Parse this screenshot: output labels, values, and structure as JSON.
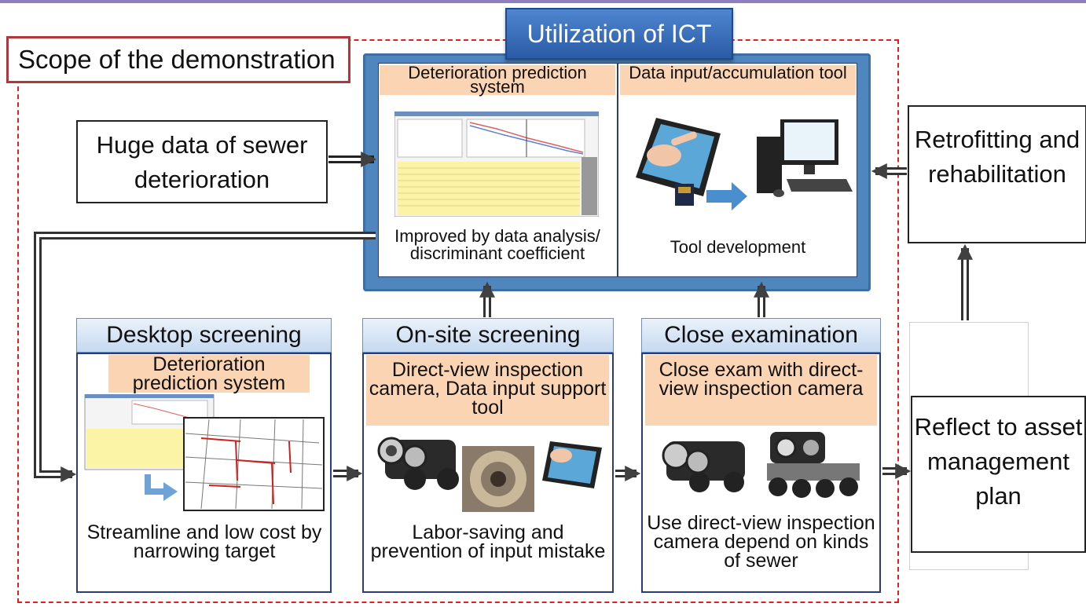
{
  "scope_label": "Scope of the demonstration",
  "ict": {
    "title": "Utilization of ICT",
    "prediction": {
      "header": "Deterioration prediction system",
      "caption": "Improved by data analysis/ discriminant coefficient"
    },
    "input_tool": {
      "header": "Data input/accumulation tool",
      "caption": "Tool development"
    }
  },
  "huge_data": "Huge data of sewer deterioration",
  "retrofitting": "Retrofitting and rehabilitation",
  "reflect": "Reflect to asset management plan",
  "stages": [
    {
      "title": "Desktop screening",
      "method": "Deterioration prediction system",
      "description": "Streamline and low cost by narrowing target"
    },
    {
      "title": "On-site screening",
      "method": "Direct-view inspection camera, Data input support tool",
      "description": "Labor-saving and prevention of input mistake"
    },
    {
      "title": "Close examination",
      "method": "Close exam with direct-view inspection camera",
      "description": "Use direct-view inspection camera depend on kinds of sewer"
    }
  ],
  "colors": {
    "scope_dash": "#e02020",
    "scope_label_border": "#b2373a",
    "ict_frame": "#4f86be",
    "peach": "#fbd4b4",
    "stage_header": "#c6d9ef",
    "arrow": "#404040"
  },
  "icons": [
    "software-screenshot-icon",
    "tablet-touch-icon",
    "sd-card-icon",
    "desktop-computer-icon",
    "sewer-map-icon",
    "inspection-camera-icon",
    "pipe-interior-icon",
    "crawler-robot-icon"
  ]
}
